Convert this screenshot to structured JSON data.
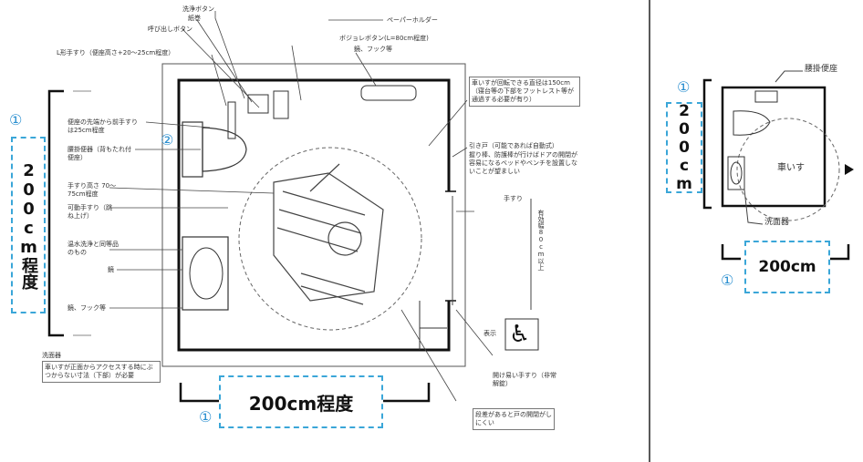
{
  "left_diagram": {
    "top_labels": {
      "flush_button": "洗浄ボタン",
      "paper": "紙巻",
      "call_button": "呼び出しボタン",
      "l_grab_bar": "L形手すり（便座高さ+20～25cm程度）",
      "paper_holder": "ペーパーホルダー",
      "washlet_panel": "ボジョレボタン(L=80cm程度)",
      "hook": "鏡、フック等"
    },
    "left_notes": {
      "note_a": "便座の先端から前手すりは25cm程度",
      "note_b": "腰掛便器（背もたれ付便座）",
      "note_c": "手すり高さ 70～75cm程度",
      "note_d": "可動手すり（跳ね上げ）",
      "note_e": "温水洗浄と同等品のもの",
      "note_f": "鏡",
      "note_g": "鏡、フック等",
      "washbasin_title": "洗面器",
      "washbasin_text": "車いすが正面からアクセスする時にぶつからない寸法（下部）が必要"
    },
    "right_notes": {
      "note_1": "車いすが回転できる直径は150cm（寝台等の下部をフットレスト等が通過する必要が有り）",
      "note_2": "引き戸（可能であれば自動式）",
      "note_3": "握り棒、防護棒が行けばドアの開閉が容易になるベッドやベンチを設置しないことが望ましい",
      "note_4": "手すり",
      "door_width": "有効幅80cm以上",
      "sign_label": "表示",
      "note_5": "開け易い手すり（非常解錠）",
      "note_6": "段差があると戸の開閉がしにくい"
    },
    "markers": {
      "m1": "①",
      "m2": "②"
    },
    "dim_bottom": "200cm程度",
    "dim_left": "200cm程度"
  },
  "right_diagram": {
    "label_top": "腰掛便座",
    "label_wheelchair": "車いす",
    "label_basin": "洗面器",
    "marker": "①",
    "dim_left": "200cm",
    "dim_bottom": "200cm"
  },
  "colors": {
    "accent": "#3aa6d8",
    "marker": "#2a8fd0",
    "line": "#333333"
  }
}
